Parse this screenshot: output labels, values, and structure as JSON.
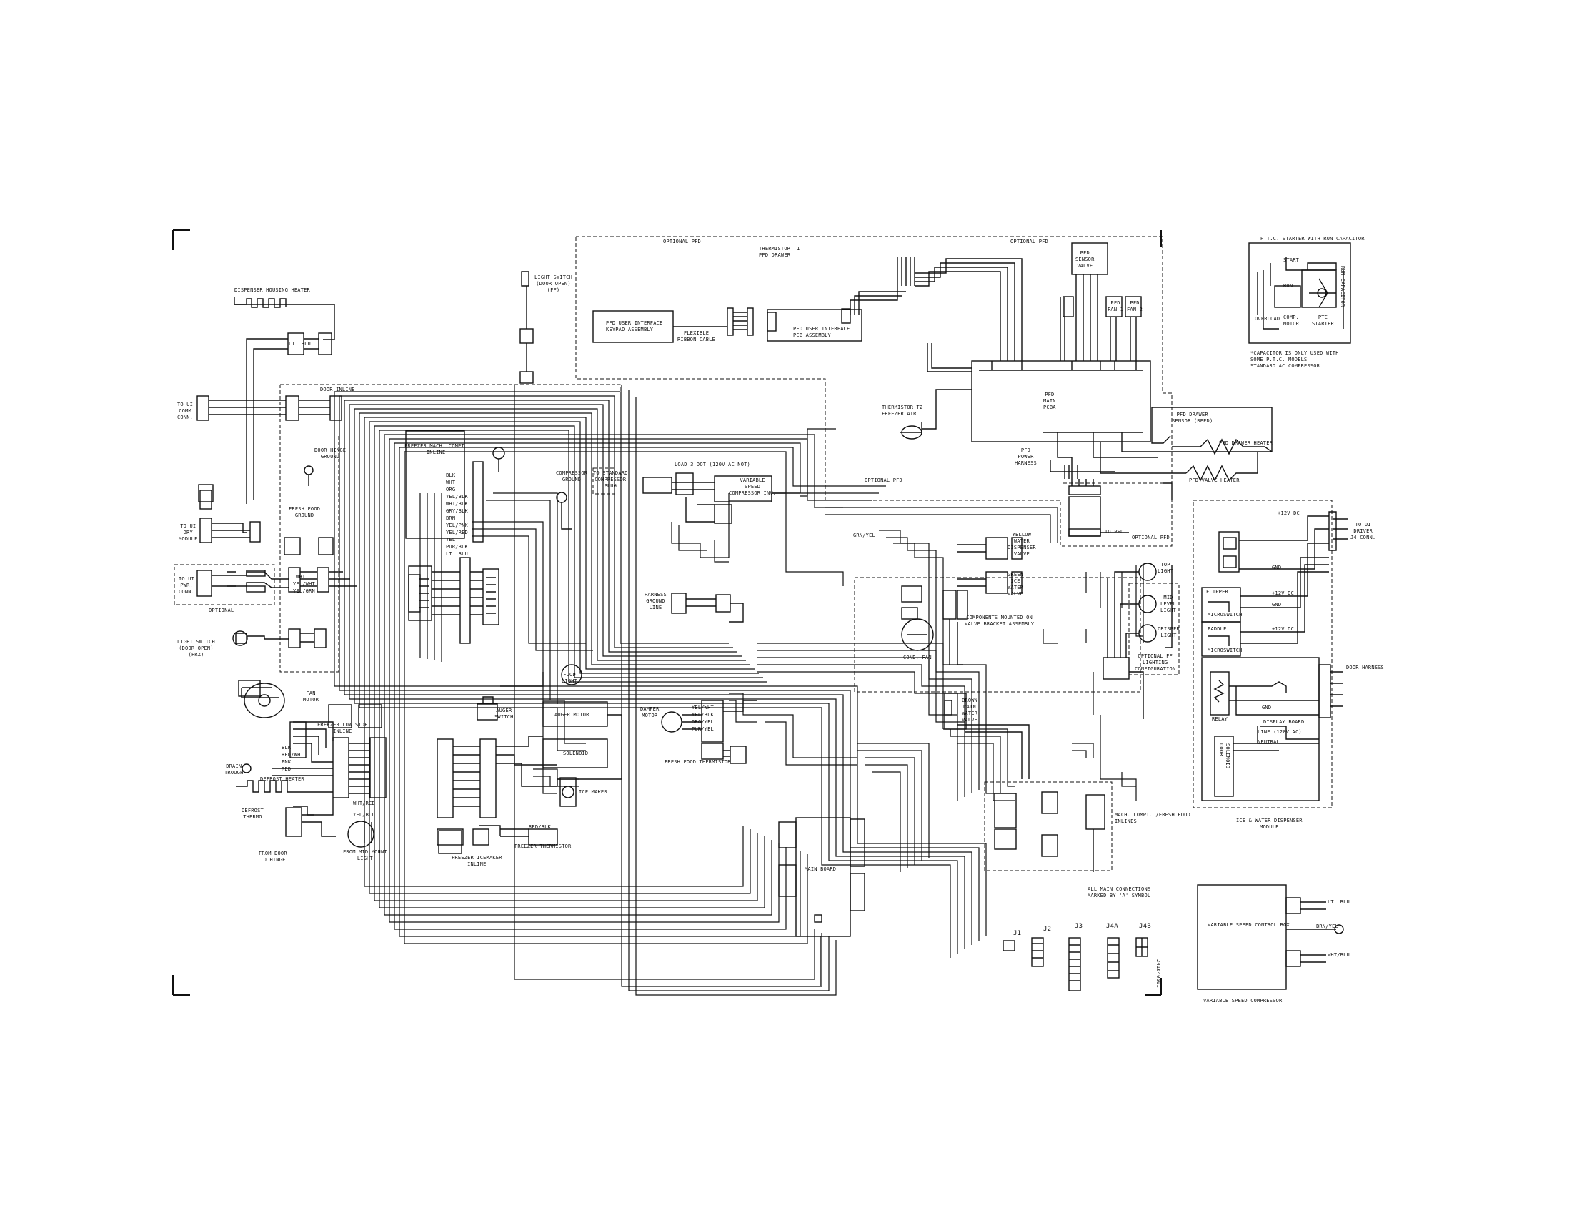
{
  "labels": {
    "optional_pfd_1": "OPTIONAL PFD",
    "optional_pfd_2": "OPTIONAL PFD",
    "optional_pfd_3": "OPTIONAL PFD",
    "optional_pfd_4": "OPTIONAL PFD",
    "thermistor_t1": "THERMISTOR T1\nPFD DRAWER",
    "pfd_sensor_valve": "PFD\nSENSOR\nVALVE",
    "pfd_fan_1": "PFD\nFAN 1",
    "pfd_fan_2": "PFD\nFAN 2",
    "pfd_user_keypad": "PFD USER INTERFACE\nKEYPAD ASSEMBLY",
    "flexible_ribbon": "FLEXIBLE\nRIBBON CABLE",
    "pfd_user_pcb": "PFD USER INTERFACE\nPCB ASSEMBLY",
    "pfd_main_pcba": "PFD\nMAIN\nPCBA",
    "thermistor_t2": "THERMISTOR T2\nFREEZER AIR",
    "pfd_drawer_sensor": "PFD DRAWER\nSENSOR (REED)",
    "pfd_drawer_heater": "PFD DRAWER HEATER",
    "pfd_valve_heater": "PFD VALVE HEATER",
    "pfd_power_harness": "PFD\nPOWER\nHARNESS",
    "to_pfd": "TO PFD",
    "dispenser_housing_heater": "DISPENSER HOUSING HEATER",
    "light_switch_ff": "LIGHT SWITCH\n(DOOR OPEN)\n(FF)",
    "to_ui_comm": "TO UI\nCOMM\nCONN.",
    "to_ui_pwr": "TO UI\nPWR.\nCONN.",
    "to_ui_dry": "TO UI\nDRY\nMODULE",
    "optional_left": "OPTIONAL",
    "door_hinge_ground": "DOOR HINGE\nGROUND",
    "door_inline": "DOOR INLINE",
    "fresh_food_ground": "FRESH FOOD\nGROUND",
    "light_switch_frz": "LIGHT SWITCH\n(DOOR OPEN)\n(FRZ)",
    "freezer_mach_inline": "FREEZER MACH. COMPT.\nINLINE",
    "compressor_ground": "COMPRESSOR\nGROUND",
    "standard_compressor": "TO STANDARD\nCOMPRESSOR\nPLUG",
    "variable_speed": "VARIABLE\nSPEED\nCOMPRESSOR INV.",
    "inv_note": "LOAD 3 DOT (120V AC NOT)",
    "harness_ground_line": "HARNESS\nGROUND\nLINE",
    "door_light": "FOOD\nLIGHT",
    "fan_motor": "FAN\nMOTOR",
    "freezer_side_inline": "FREEZER LOW SIDE\nINLINE",
    "drain_trough": "DRAIN\nTROUGH",
    "defrost_heater": "DEFROST HEATER",
    "defrost_thermo": "DEFROST\nTHERMO",
    "from_door_to_hinge": "FROM DOOR\nTO HINGE",
    "from_mid_light": "FROM MID MOUNT\nLIGHT",
    "auger_switch": "AUGER\nSWITCH",
    "auger_motor": "AUGER MOTOR",
    "solenoid": "SOLENOID",
    "ice_maker": "ICE MAKER",
    "freezer_icemaker_inline": "FREEZER ICEMAKER\nINLINE",
    "freezer_thermistor": "FREEZER THERMISTOR",
    "damper_motor": "DAMPER\nMOTOR",
    "fresh_food_thermistor": "FRESH FOOD THERMISTOR",
    "cond_fan": "COND. FAN",
    "yellow_water_valve": "YELLOW\nWATER\nDISPENSER\nVALVE",
    "green_ice_valve": "GREEN\nICE\nWATER\nVALVE",
    "brown_main_valve": "BROWN\nMAIN\nWATER\nVALVE",
    "water_valve_note": "COMPONENTS MOUNTED ON\nVALVE BRACKET ASSEMBLY",
    "top_light": "TOP\nLIGHT",
    "mid_level_light": "MID\nLEVEL\nLIGHT",
    "crisper_light": "CRISPER\nLIGHT",
    "optional_ff_lighting": "OPTIONAL FF\nLIGHTING\nCONFIGURATION",
    "mach_compt_inline": "MACH. COMPT. /FRESH FOOD\nINLINES",
    "ptc_title": "P.T.C. STARTER WITH RUN CAPACITOR",
    "ptc_start": "START",
    "ptc_run": "RUN",
    "ptc_overload": "OVERLOAD",
    "ptc_comp_motor": "COMP.\nMOTOR",
    "ptc_starter": "PTC\nSTARTER",
    "ptc_run_cap": "RUN CAPACITOR",
    "ptc_note": "*CAPACITOR IS ONLY USED WITH\nSOME P.T.C. MODELS\nSTANDARD AC COMPRESSOR",
    "to_ui_driver": "TO UI\nDRIVER\nJ4 CONN.",
    "v12_dc": "+12V DC",
    "gnd": "GND",
    "flipper": "FLIPPER",
    "v12_dc_2": "+12V DC",
    "gnd_2": "GND",
    "paddle": "PADDLE",
    "v12_dc_3": "+12V DC",
    "microswitch_1": "MICROSWITCH",
    "microswitch_2": "MICROSWITCH",
    "door_harness": "DOOR HARNESS",
    "relay": "RELAY",
    "gnd_3": "GND",
    "door_board": "DISPLAY BOARD",
    "line_120": "LINE (120V AC)",
    "neutral": "NEUTRAL",
    "solenoid_door": "SOLENOID\nDOOR",
    "ice_water_module": "ICE & WATER DISPENSER\nMODULE",
    "connectors_note": "ALL MAIN CONNECTIONS\nMARKED BY 'A' SYMBOL",
    "vsc_board": "VARIABLE SPEED CONTROL BOX",
    "vsc_caption": "VARIABLE SPEED COMPRESSOR",
    "vsc_lt_blu": "LT. BLU",
    "vsc_brn": "BRN/YEL",
    "vsc_wht": "WHT/BLU",
    "main_board": "MAIN BOARD",
    "j1": "J1",
    "j2": "J2",
    "j3": "J3",
    "j4a": "J4A",
    "j4b": "J4B",
    "part_no": "241640601",
    "lt_blu": "LT. BLU",
    "blk_1": "BLK",
    "wht_1": "WHT",
    "org": "ORG",
    "yel_blk": "YEL/BLK",
    "wht_blk": "WHT/BLK",
    "gry_blk": "GRY/BLK",
    "brn": "BRN",
    "yel_pnk": "YEL/PNK",
    "yel_red": "YEL/RED",
    "yel": "YEL",
    "pur_blk": "PUR/BLK",
    "lt_blu_2": "LT. BLU",
    "wht_2": "WHT",
    "yel_wht": "YEL/WHT",
    "yel_grn": "YEL/GRN",
    "blk_2": "BLK",
    "red_wht": "RED/WHT",
    "pnk": "PNK",
    "red": "RED",
    "wht_red": "WHT/RED",
    "yel_blu": "YEL/BLU",
    "red_blk": "RED/BLK",
    "grn_yel": "GRN/YEL",
    "ff_yel": "YEL/WHT",
    "ff_blk": "YEL/BLK",
    "ff_org": "ORG/YEL",
    "ff_pur": "PUR/YEL"
  }
}
